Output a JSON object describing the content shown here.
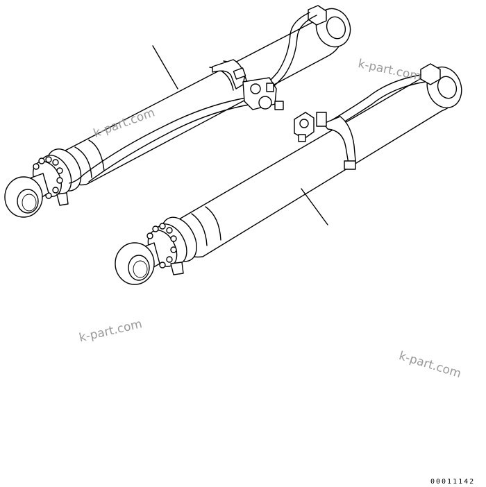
{
  "watermarks": [
    "k-part.com",
    "k-part.com",
    "k-part.com",
    "k-part.com"
  ],
  "drawing_number": "00011142",
  "components": {
    "upper_cylinder": "hydraulic-cylinder-left",
    "lower_cylinder": "hydraulic-cylinder-right"
  },
  "icon_names": [
    "hydraulic-cylinder-icon",
    "hose-icon",
    "clamp-icon",
    "rod-eye-icon"
  ]
}
